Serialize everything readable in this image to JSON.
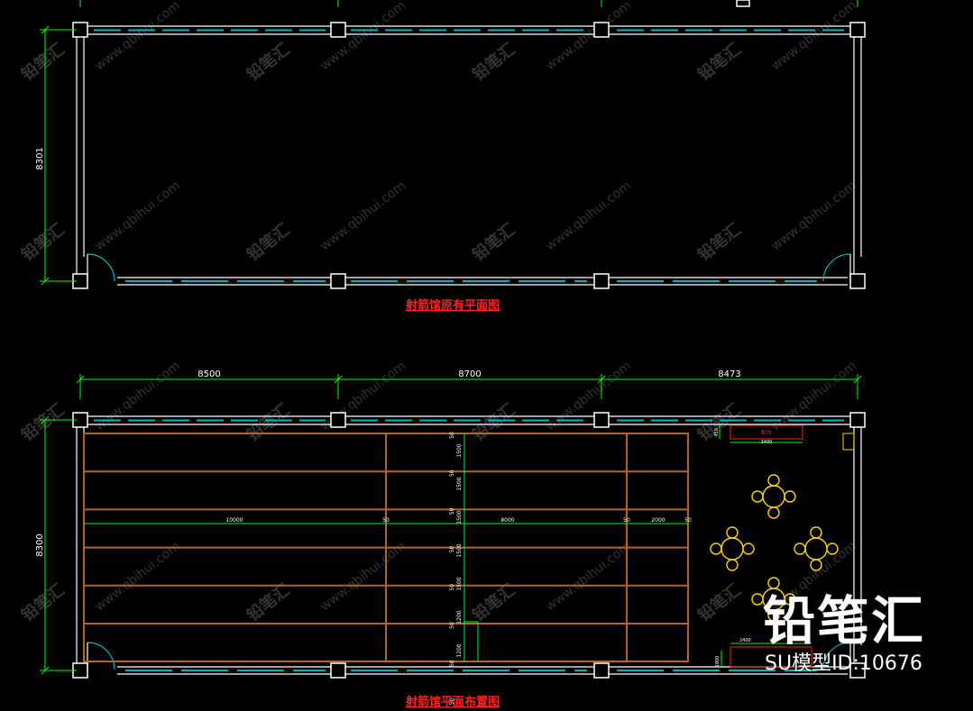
{
  "drawing1": {
    "title": "射箭馆原有平面图",
    "dim_height": "8301"
  },
  "drawing2": {
    "title": "射箭馆平面布置图",
    "dim_height": "8300",
    "dim_widths": [
      "8500",
      "8700",
      "8473"
    ],
    "lane_dims": [
      "1500",
      "1500",
      "1500",
      "1500",
      "1500",
      "1200",
      "1200"
    ],
    "lane_gaps": [
      "50",
      "50",
      "50",
      "50",
      "50",
      "50",
      "50",
      "50"
    ],
    "span_dims": [
      "10000",
      "50",
      "8000",
      "50",
      "2000",
      "50"
    ],
    "counter_label": "柜台",
    "counter_dims": [
      "3400",
      "450"
    ],
    "bottom_dims": [
      "2400",
      "1800"
    ]
  },
  "watermark": {
    "brand": "铅笔汇",
    "url": "www.qbihui.com"
  },
  "brand_box": {
    "name": "铅笔汇",
    "model_id": "SU模型ID:10676"
  },
  "colors": {
    "wall": "#ffffff",
    "window": "#00b8c8",
    "dimension": "#00ff00",
    "lane": "#b5651d",
    "furniture": "#ffd400",
    "title": "#ff2020",
    "background": "#000000"
  }
}
